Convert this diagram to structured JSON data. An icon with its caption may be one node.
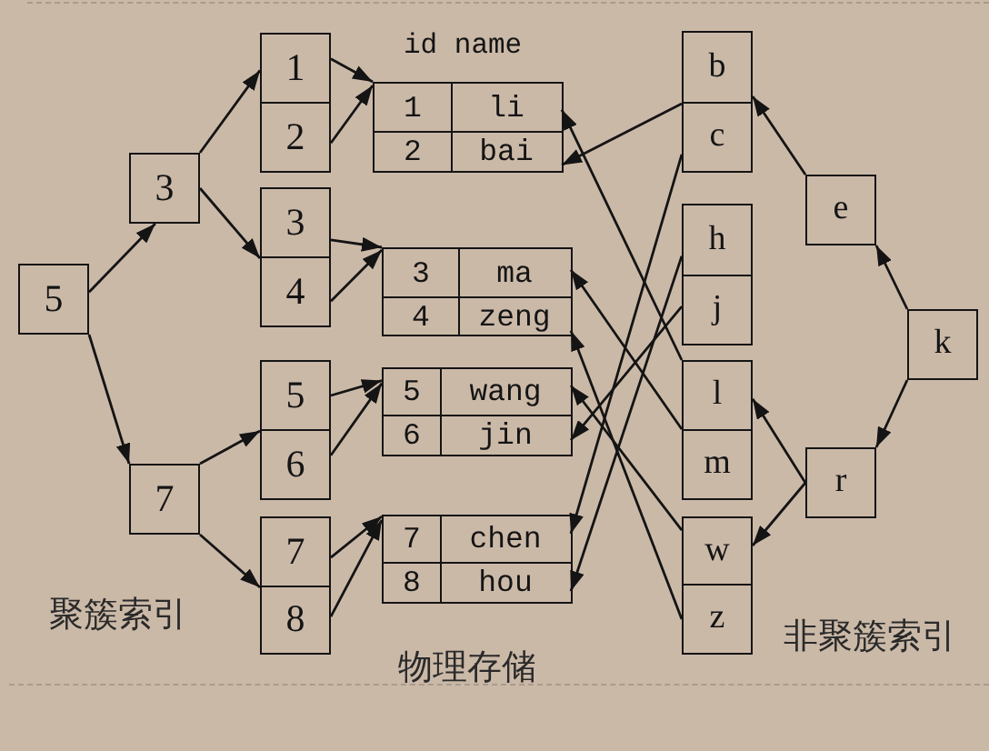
{
  "diagram": {
    "nodes": [
      {
        "text": [
          "5"
        ]
      },
      {
        "text": [
          "3"
        ]
      },
      {
        "text": [
          "7"
        ]
      },
      {
        "text": [
          "1"
        ]
      },
      {
        "text": [
          "2"
        ]
      },
      {
        "text": [
          "3"
        ]
      },
      {
        "text": [
          "4"
        ]
      },
      {
        "text": [
          "5"
        ]
      },
      {
        "text": [
          "6"
        ]
      },
      {
        "text": [
          "7"
        ]
      },
      {
        "text": [
          "8"
        ]
      },
      {
        "text": [
          "id name"
        ]
      },
      {
        "text": [
          "1",
          "li"
        ],
        "in": 11
      },
      {
        "text": [
          "2",
          "bai"
        ],
        "in": 11
      },
      {
        "text": [],
        "shape": "box"
      },
      {
        "text": [
          "3",
          "ma"
        ],
        "in": 14
      },
      {
        "text": [
          "4",
          "zeng"
        ],
        "in": 14
      },
      {
        "text": [],
        "shape": "box"
      },
      {
        "text": [
          "5",
          "wang"
        ],
        "in": 17
      },
      {
        "text": [
          "6",
          "jin"
        ],
        "in": 17
      },
      {
        "text": [],
        "shape": "box"
      },
      {
        "text": [
          "7",
          "chen"
        ],
        "in": 20
      },
      {
        "text": [
          "8",
          "hou"
        ],
        "in": 20
      },
      {
        "text": [
          "b"
        ]
      },
      {
        "text": [
          "c"
        ]
      },
      {
        "text": [
          "h"
        ]
      },
      {
        "text": [
          "j"
        ]
      },
      {
        "text": [
          "l"
        ]
      },
      {
        "text": [
          "m"
        ]
      },
      {
        "text": [
          "w"
        ]
      },
      {
        "text": [
          "z"
        ]
      },
      {
        "text": [
          "e"
        ]
      },
      {
        "text": [
          "r"
        ]
      },
      {
        "text": [
          "k"
        ]
      }
    ],
    "edges": [
      {
        "from": 0,
        "to": 1,
        "arrow": "to"
      },
      {
        "from": 0,
        "to": 2,
        "arrow": "to"
      },
      {
        "from": 1,
        "to": 3,
        "arrow": "to"
      },
      {
        "from": 1,
        "to": 5,
        "arrow": "to"
      },
      {
        "from": 2,
        "to": 7,
        "arrow": "to"
      },
      {
        "from": 2,
        "to": 9,
        "arrow": "to"
      },
      {
        "from": 3,
        "to": 11,
        "arrow": "to"
      },
      {
        "from": 4,
        "to": 11,
        "arrow": "to"
      },
      {
        "from": 5,
        "to": 14,
        "arrow": "to"
      },
      {
        "from": 6,
        "to": 14,
        "arrow": "to"
      },
      {
        "from": 7,
        "to": 17,
        "arrow": "to"
      },
      {
        "from": 8,
        "to": 17,
        "arrow": "to"
      },
      {
        "from": 9,
        "to": 20,
        "arrow": "to"
      },
      {
        "from": 10,
        "to": 20,
        "arrow": "to"
      },
      {
        "from": 23,
        "to": 13,
        "arrow": "to"
      },
      {
        "from": 24,
        "to": 21,
        "arrow": "to"
      },
      {
        "from": 25,
        "to": 22,
        "arrow": "to"
      },
      {
        "from": 26,
        "to": 19,
        "arrow": "to"
      },
      {
        "from": 27,
        "to": 12,
        "arrow": "to"
      },
      {
        "from": 28,
        "to": 15,
        "arrow": "to"
      },
      {
        "from": 29,
        "to": 18,
        "arrow": "to"
      },
      {
        "from": 30,
        "to": 16,
        "arrow": "to"
      },
      {
        "from": 33,
        "to": 31,
        "arrow": "to"
      },
      {
        "from": 31,
        "to": 23,
        "arrow": "to"
      },
      {
        "from": 33,
        "to": 32,
        "arrow": "to"
      },
      {
        "from": 32,
        "to": 27,
        "arrow": "to"
      },
      {
        "from": 32,
        "to": 29,
        "arrow": "to"
      }
    ],
    "labels": [
      "聚簇索引",
      "物理存储",
      "非聚簇索引"
    ]
  }
}
